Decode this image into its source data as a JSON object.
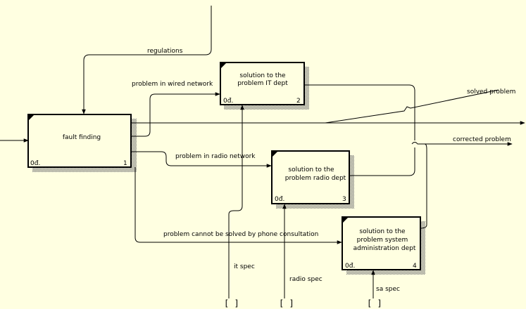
{
  "colors": {
    "background": "#ffffe1",
    "line": "#000000",
    "box_fill": "#ffffe1",
    "shadow": "#808080"
  },
  "boxes": [
    {
      "id": "fault-finding",
      "lines": [
        "fault finding"
      ],
      "number": "1",
      "cost": "0đ."
    },
    {
      "id": "it-dept",
      "lines": [
        "solution to the",
        "problem IT dept"
      ],
      "number": "2",
      "cost": "0đ."
    },
    {
      "id": "radio-dept",
      "lines": [
        "solution to the",
        "problem radio dept"
      ],
      "number": "3",
      "cost": "0đ."
    },
    {
      "id": "sa-dept",
      "lines": [
        "solution to the",
        "problem system",
        "administration dept"
      ],
      "number": "4",
      "cost": "0đ."
    }
  ],
  "arrow_labels": {
    "regulations": "regulations",
    "wired": "problem in wired network",
    "radio": "problem in radio network",
    "phone": "problem cannot be solved by phone consultation",
    "solved": "solved problem",
    "corrected": "corrected problem",
    "it_spec": "it spec",
    "radio_spec": "radio spec",
    "sa_spec": "sa spec"
  },
  "tunnel_marks": [
    "[ ]",
    "[ ]",
    "[ ]"
  ]
}
